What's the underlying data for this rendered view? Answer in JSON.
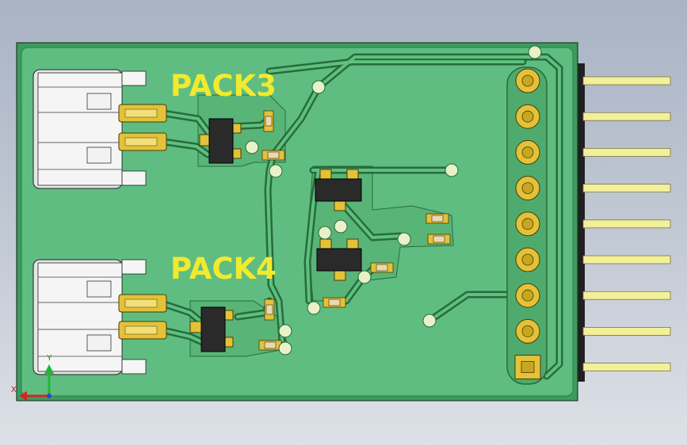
{
  "board": {
    "silkscreen_labels": [
      "PACK3",
      "PACK4"
    ]
  },
  "triad": {
    "x_label": "X",
    "y_label": "Y"
  },
  "colors": {
    "board": "#5fbd82",
    "copper": "#59b878",
    "pad_gold": "#e3c23a",
    "silkscreen": "#f2ea2e",
    "connector_body": "#f4f4f4",
    "pin_gold": "#f3ef9a",
    "header_black": "#202020"
  },
  "header": {
    "pin_count": 9
  }
}
